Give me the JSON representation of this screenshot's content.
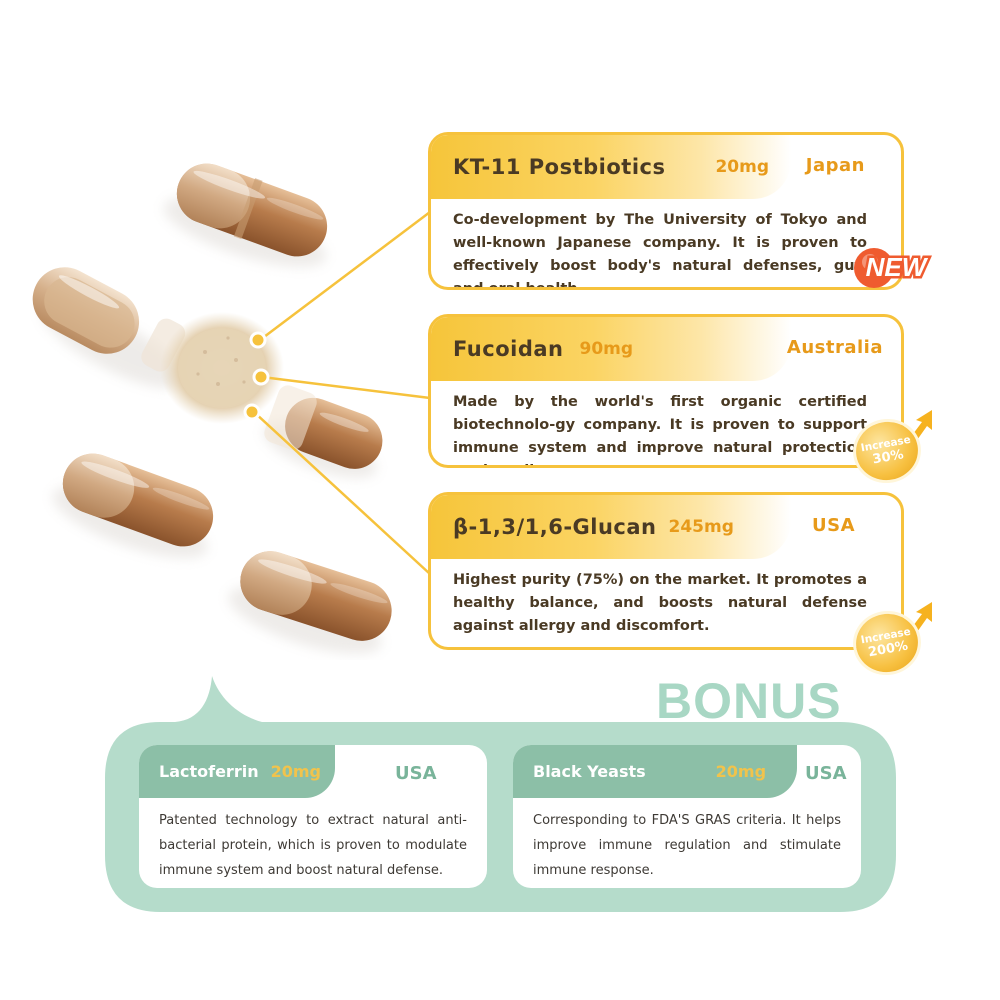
{
  "ingredients": [
    {
      "name": "KT-11 Postbiotics",
      "dose": "20mg",
      "origin": "Japan",
      "description": "Co-development by The University of Tokyo and well-known Japanese company. It is proven to effectively boost body's natural defenses, gut, and oral health."
    },
    {
      "name": "Fucoidan",
      "dose": "90mg",
      "origin": "Australia",
      "description": "Made by the world's first organic certified biotechnolo-gy company. It is proven to support immune system and improve natural protection against diseases."
    },
    {
      "name": "β-1,3/1,6-Glucan",
      "dose": "245mg",
      "origin": "USA",
      "description": "Highest purity (75%) on the market. It promotes a healthy balance, and boosts natural defense against allergy and discomfort."
    }
  ],
  "badges": {
    "new": "NEW",
    "increase_label": "Increase",
    "fucoidan_increase": "30%",
    "glucan_increase": "200%"
  },
  "bonus": {
    "title": "BONUS",
    "items": [
      {
        "name": "Lactoferrin",
        "dose": "20mg",
        "origin": "USA",
        "description": "Patented technology to extract natural anti-bacterial protein, which is proven to modulate immune system and boost natural defense."
      },
      {
        "name": "Black Yeasts",
        "dose": "20mg",
        "origin": "USA",
        "description": "Corresponding to FDA'S GRAS criteria. It helps improve immune regulation and stimulate immune response."
      }
    ]
  },
  "colors": {
    "accent_orange": "#f6c23c",
    "dose_orange": "#e79a1a",
    "bonus_green": "#b5dccb",
    "bonus_head_green": "#8cbfa7",
    "capsule_brown": "#a8683a"
  }
}
